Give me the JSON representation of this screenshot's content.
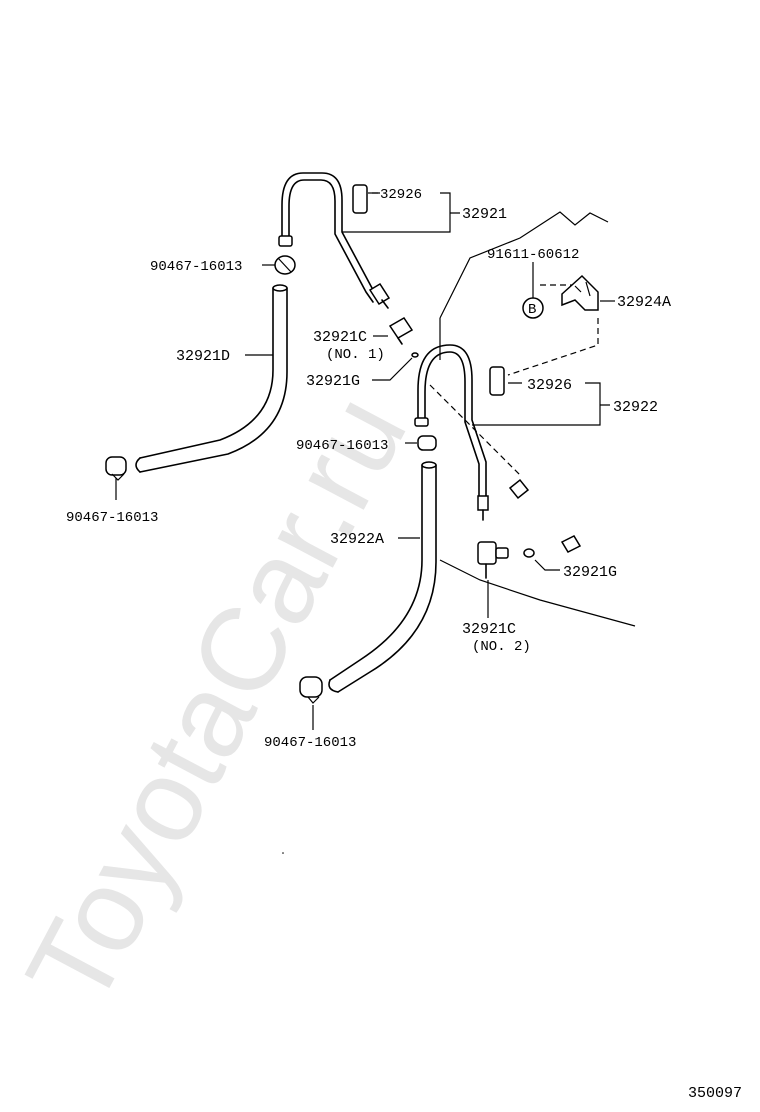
{
  "watermark": "ToyotaCar.ru",
  "diagram_id": "350097",
  "labels": {
    "p32926_top": "32926",
    "p32921": "32921",
    "p90467_a": "90467-16013",
    "p91611": "91611-60612",
    "p32924a": "32924A",
    "marker_b": "B",
    "p32921c_1": "32921C",
    "no1": "(NO. 1)",
    "p32921d": "32921D",
    "p32921g_1": "32921G",
    "p32926_mid": "32926",
    "p32922": "32922",
    "p90467_b": "90467-16013",
    "p90467_c": "90467-16013",
    "p32922a": "32922A",
    "p32921g_2": "32921G",
    "p32921c_2": "32921C",
    "no2": "(NO. 2)",
    "p90467_d": "90467-16013"
  }
}
